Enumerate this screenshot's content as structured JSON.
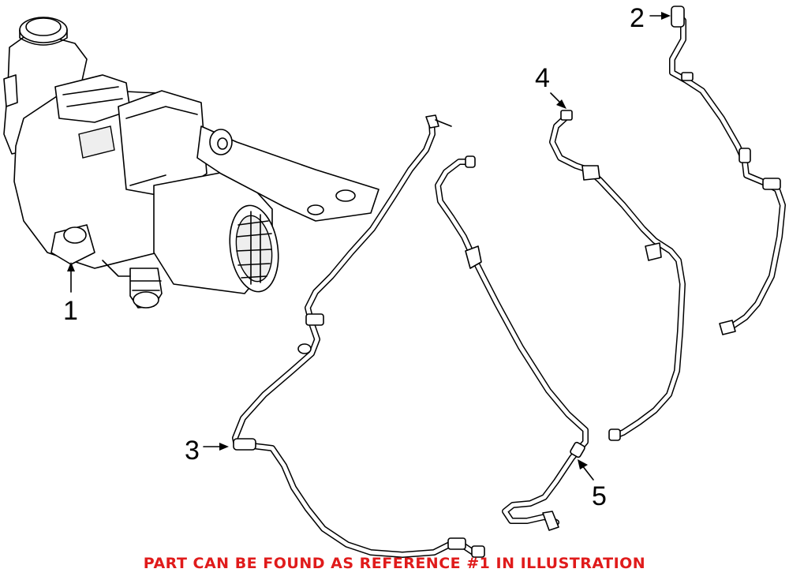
{
  "callouts": {
    "c1": "1",
    "c2": "2",
    "c3": "3",
    "c4": "4",
    "c5": "5"
  },
  "note": "PART CAN BE FOUND AS REFERENCE #1 IN ILLUSTRATION",
  "colors": {
    "note_text": "#e01b1b",
    "line_art": "#000000",
    "background": "#ffffff"
  }
}
